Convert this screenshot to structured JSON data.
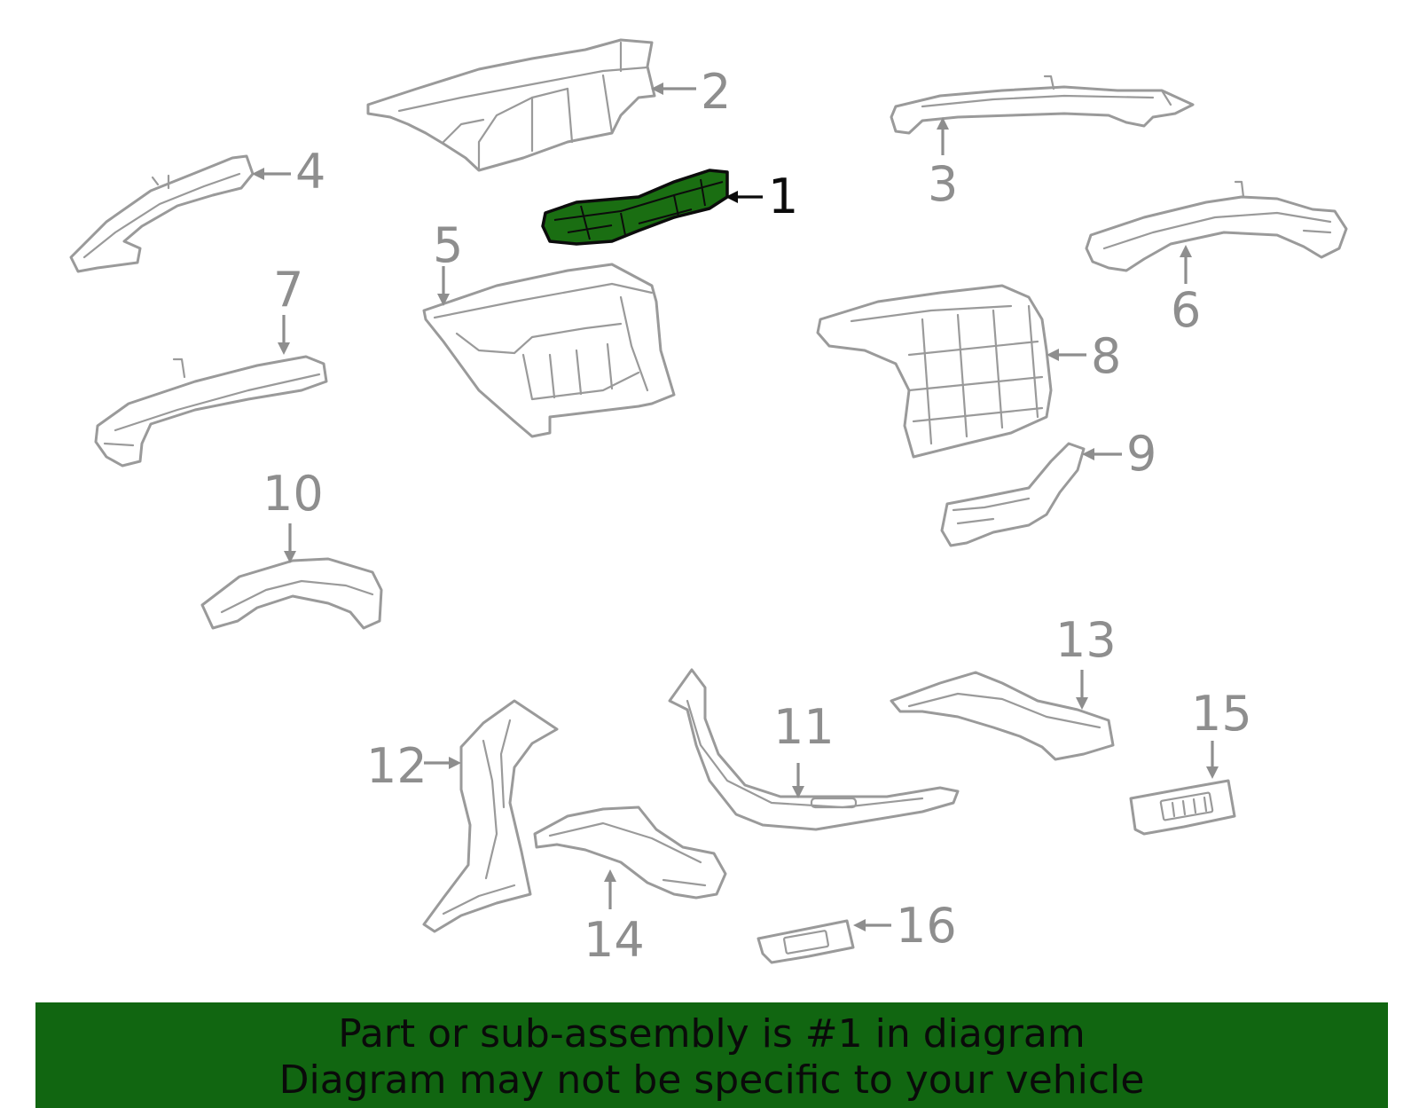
{
  "highlight_color": "#1a6e12",
  "banner_color": "#116611",
  "banner": {
    "line1": "Part or sub-assembly is #1 in diagram",
    "line2": "Diagram may not be specific to your vehicle"
  },
  "callouts": [
    {
      "id": "1",
      "label": "1",
      "highlighted": true
    },
    {
      "id": "2",
      "label": "2",
      "highlighted": false
    },
    {
      "id": "3",
      "label": "3",
      "highlighted": false
    },
    {
      "id": "4",
      "label": "4",
      "highlighted": false
    },
    {
      "id": "5",
      "label": "5",
      "highlighted": false
    },
    {
      "id": "6",
      "label": "6",
      "highlighted": false
    },
    {
      "id": "7",
      "label": "7",
      "highlighted": false
    },
    {
      "id": "8",
      "label": "8",
      "highlighted": false
    },
    {
      "id": "9",
      "label": "9",
      "highlighted": false
    },
    {
      "id": "10",
      "label": "10",
      "highlighted": false
    },
    {
      "id": "11",
      "label": "11",
      "highlighted": false
    },
    {
      "id": "12",
      "label": "12",
      "highlighted": false
    },
    {
      "id": "13",
      "label": "13",
      "highlighted": false
    },
    {
      "id": "14",
      "label": "14",
      "highlighted": false
    },
    {
      "id": "15",
      "label": "15",
      "highlighted": false
    },
    {
      "id": "16",
      "label": "16",
      "highlighted": false
    }
  ]
}
